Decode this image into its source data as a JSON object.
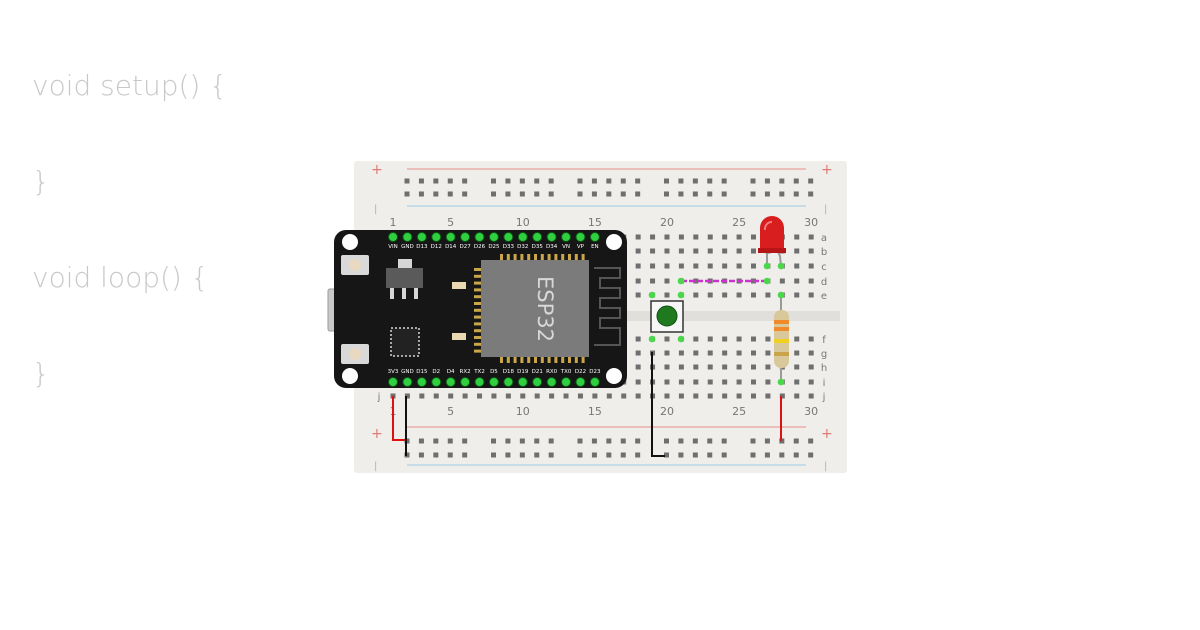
{
  "code": {
    "lines": [
      "void setup() {",
      "}",
      "void loop() {",
      "}"
    ]
  },
  "breadboard": {
    "column_numbers": [
      "1",
      "5",
      "10",
      "15",
      "20",
      "25",
      "30"
    ],
    "row_letters_top": [
      "a",
      "b",
      "c",
      "d",
      "e"
    ],
    "row_letters_bottom": [
      "f",
      "g",
      "h",
      "i",
      "j"
    ],
    "rail_plus": "+",
    "rail_minus": "|",
    "colors": {
      "board": "#efeeea",
      "hole": "#6f6f6f",
      "rail_red": "#e88f88",
      "rail_blue": "#9cc9e6",
      "label": "#777777"
    }
  },
  "esp32": {
    "chip_label": "ESP32",
    "top_pins": [
      "VIN",
      "GND",
      "D13",
      "D12",
      "D14",
      "D27",
      "D26",
      "D25",
      "D33",
      "D32",
      "D35",
      "D34",
      "VN",
      "VP",
      "EN"
    ],
    "bottom_pins": [
      "3V3",
      "GND",
      "D15",
      "D2",
      "D4",
      "RX2",
      "TX2",
      "D5",
      "D18",
      "D19",
      "D21",
      "RX0",
      "TX0",
      "D22",
      "D23"
    ],
    "colors": {
      "board": "#161616",
      "module": "#7b7b7b",
      "pin": "#2fcf3f",
      "gold": "#caa64a"
    }
  },
  "components": {
    "led_color": "#d81e1e",
    "button_color": "#1f7a1f",
    "wire_magenta": "#cc33cc",
    "wire_red": "#dd1111",
    "wire_black": "#111111",
    "connection_dot": "#4cd64c"
  }
}
